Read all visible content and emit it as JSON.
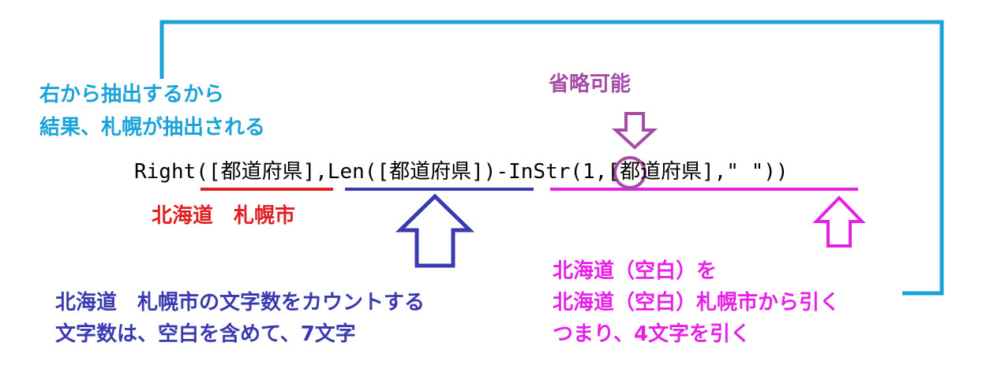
{
  "formula": "Right([都道府県],Len([都道府県])-InStr(1,[都道府県],\" \"))",
  "annotations": {
    "right_note": [
      "右から抽出するから",
      "結果、札幌が抽出される"
    ],
    "omit_note": "省略可能",
    "red_note": "北海道　札幌市",
    "blue_note": [
      "北海道　札幌市の文字数をカウントする",
      "文字数は、空白を含めて、7文字"
    ],
    "pink_note": [
      "北海道（空白）を",
      "北海道（空白）札幌市から引く",
      "つまり、4文字を引く"
    ]
  },
  "colors": {
    "cyan": "#1aa3d9",
    "purple": "#a64ca6",
    "red": "#e02020",
    "blue": "#3a3ab0",
    "magenta": "#e620e6",
    "text": "#000000"
  }
}
